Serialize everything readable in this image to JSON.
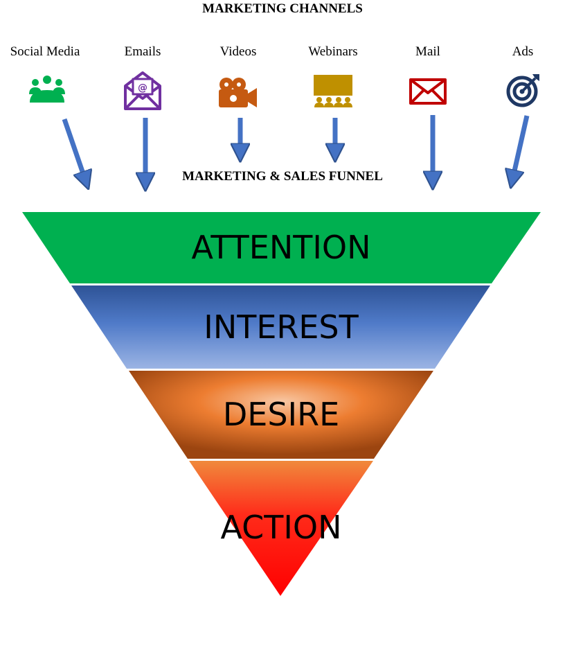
{
  "header": {
    "channels_title": "MARKETING CHANNELS"
  },
  "channels": [
    {
      "label": "Social Media",
      "icon": "people-group-icon",
      "color": "#00b050"
    },
    {
      "label": "Emails",
      "icon": "email-icon",
      "color": "#7030a0"
    },
    {
      "label": "Videos",
      "icon": "movie-camera-icon",
      "color": "#c55a11"
    },
    {
      "label": "Webinars",
      "icon": "presentation-audience-icon",
      "color": "#bf9000"
    },
    {
      "label": "Mail",
      "icon": "envelope-icon",
      "color": "#c00000"
    },
    {
      "label": "Ads",
      "icon": "target-icon",
      "color": "#1f3864"
    }
  ],
  "funnel": {
    "title": "MARKETING & SALES FUNNEL",
    "stages": [
      {
        "label": "ATTENTION",
        "color": "#00b050"
      },
      {
        "label": "INTEREST",
        "color": "#4472c4"
      },
      {
        "label": "DESIRE",
        "color": "#c55a11"
      },
      {
        "label": "ACTION",
        "color": "#ff0000"
      }
    ]
  },
  "arrow_color": "#4472c4"
}
